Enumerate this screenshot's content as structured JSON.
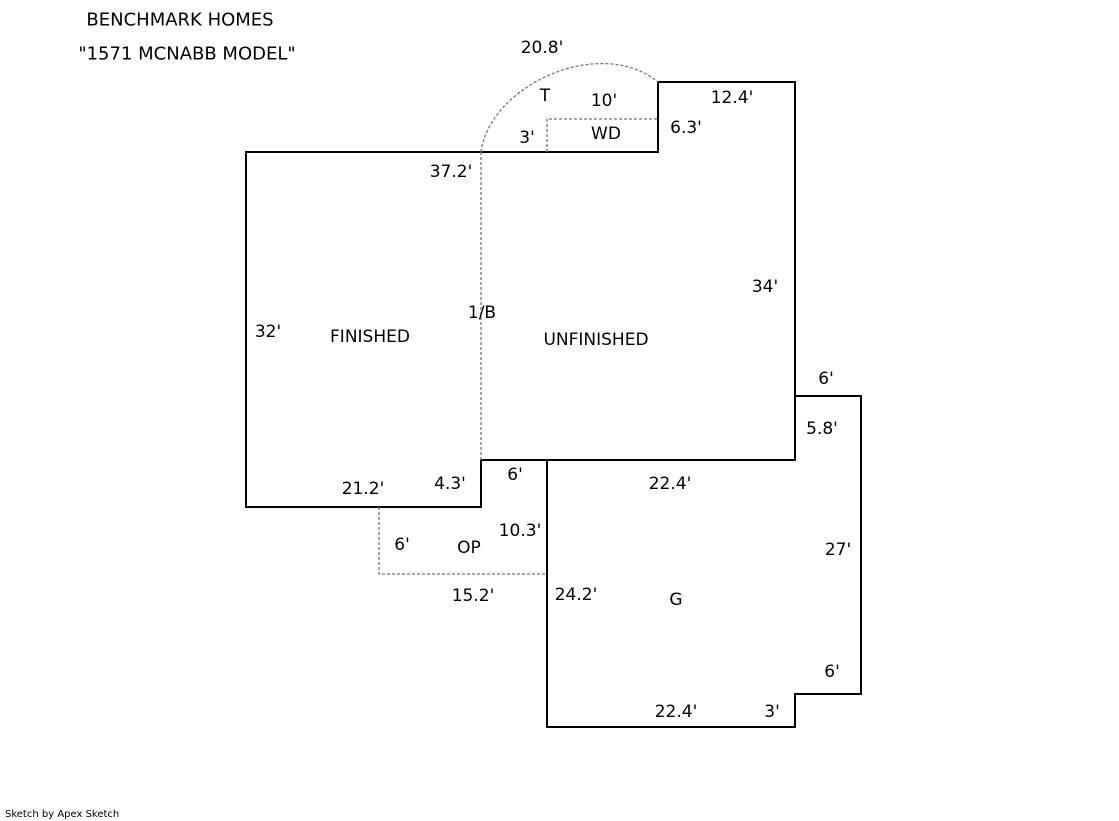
{
  "header": {
    "line1": "BENCHMARK HOMES",
    "line2": "\"1571 MCNABB MODEL\""
  },
  "areas": {
    "finished": "FINISHED",
    "unfinished": "UNFINISHED",
    "basement_label": "1/B",
    "garage": "G",
    "open_porch": "OP",
    "wood_deck": "WD",
    "terrace": "T"
  },
  "dimensions": {
    "arc": "20.8'",
    "t_top": "10'",
    "t_left": "3'",
    "wd_right": "6.3'",
    "top_right": "12.4'",
    "dividing": "37.2'",
    "right": "34'",
    "left": "32'",
    "finished_bottom": "21.2'",
    "step": "4.3'",
    "garage_top_left": "6'",
    "garage_top": "22.4'",
    "garage_step_top": "6'",
    "garage_step_side": "5.8'",
    "garage_right": "27'",
    "op_left": "6'",
    "op_right": "10.3'",
    "op_bottom": "15.2'",
    "garage_left": "24.2'",
    "garage_notch_side": "6'",
    "garage_bottom": "22.4'",
    "garage_notch_bottom": "3'"
  },
  "footer": "Sketch by Apex Sketch"
}
